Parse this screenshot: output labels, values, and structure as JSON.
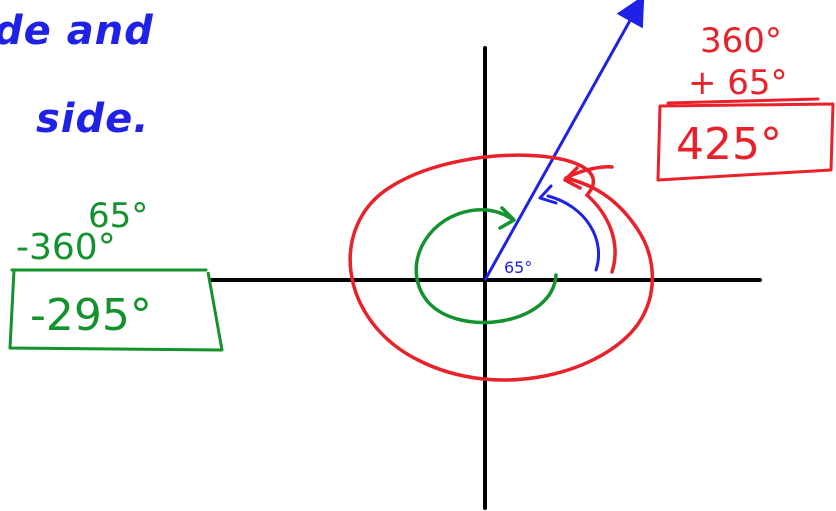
{
  "heading": {
    "line1": "de and",
    "line2": "side.",
    "color": "#1f22e6"
  },
  "diagram": {
    "angle_label": "65°",
    "angle_degrees": 65,
    "axis_color": "#000000",
    "ray_color": "#1f22e6",
    "positive_color": "#e8212a",
    "negative_color": "#13922e"
  },
  "positive_calc": {
    "line1": "360°",
    "line2": "+ 65°",
    "result": "425°",
    "color": "#e8212a"
  },
  "negative_calc": {
    "line1": "65°",
    "line2": "-360°",
    "result": "-295°",
    "color": "#13922e"
  }
}
